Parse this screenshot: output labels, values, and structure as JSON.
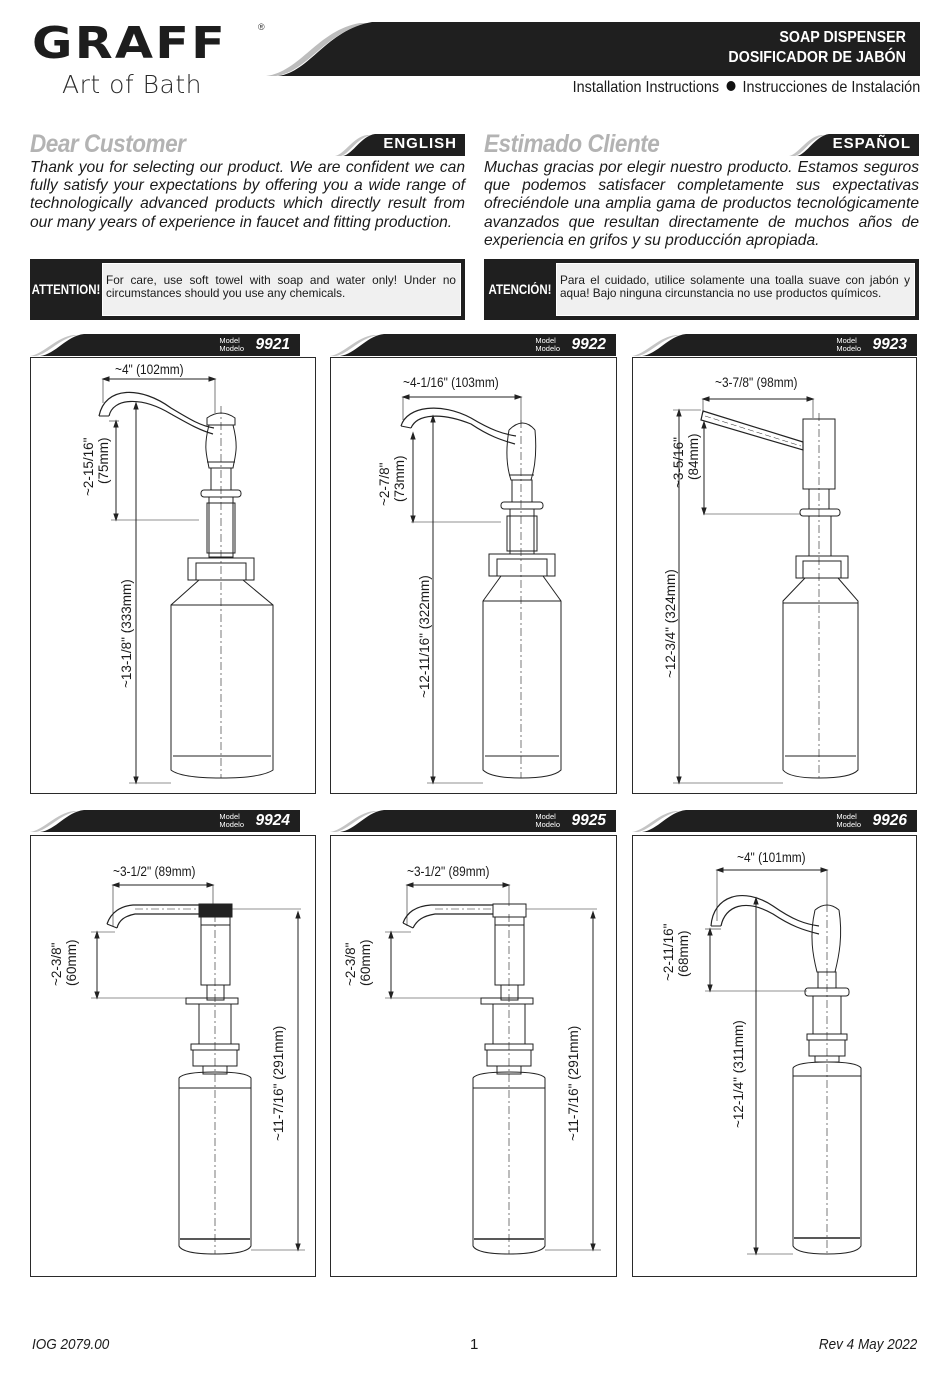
{
  "header": {
    "brand": "GRAFF",
    "brand_mark": "®",
    "tagline": "Art of Bath",
    "title_en": "SOAP DISPENSER",
    "title_es": "DOSIFICADOR DE JABÓN",
    "subtitle_en": "Installation Instructions",
    "subtitle_es": "Instrucciones de Instalación"
  },
  "english": {
    "heading": "Dear Customer",
    "language_tab": "ENGLISH",
    "body": "Thank you for selecting our product. We are confident we can fully satisfy your expectations by offering you a wide range of technologically advanced products which directly result from our many years of experience in faucet and fitting production.",
    "attention_label": "ATTENTION!",
    "attention_text": "For care, use soft towel with soap and water only! Under no circumstances should you use any chemicals."
  },
  "spanish": {
    "heading": "Estimado Cliente",
    "language_tab": "ESPAÑOL",
    "body": "Muchas gracias por elegir nuestro producto. Estamos seguros que podemos satisfacer completamente sus expectativas ofreciéndole una amplia gama de productos tecnológicamente avanzados que resultan directamente de muchos años de experiencia en grifos y su producción apropiada.",
    "attention_label": "ATENCIÓN!",
    "attention_text": "Para el cuidado, utilice solamente una toalla suave con jabón y aqua! Bajo ninguna circunstancia no use productos químicos."
  },
  "model_label_en": "Model",
  "model_label_es": "Modelo",
  "models": [
    {
      "number": "9921",
      "reach": "~4\" (102mm)",
      "spout_height": "~2-15/16\"",
      "spout_height_mm": "(75mm)",
      "total_height": "~13-1/8\" (333mm)"
    },
    {
      "number": "9922",
      "reach": "~4-1/16\" (103mm)",
      "spout_height": "~2-7/8\"",
      "spout_height_mm": "(73mm)",
      "total_height": "~12-11/16\" (322mm)"
    },
    {
      "number": "9923",
      "reach": "~3-7/8\" (98mm)",
      "spout_height": "~3-5/16\"",
      "spout_height_mm": "(84mm)",
      "total_height": "~12-3/4\" (324mm)"
    },
    {
      "number": "9924",
      "reach": "~3-1/2\" (89mm)",
      "spout_height": "~2-3/8\"",
      "spout_height_mm": "(60mm)",
      "total_height": "~11-7/16\" (291mm)"
    },
    {
      "number": "9925",
      "reach": "~3-1/2\" (89mm)",
      "spout_height": "~2-3/8\"",
      "spout_height_mm": "(60mm)",
      "total_height": "~11-7/16\" (291mm)"
    },
    {
      "number": "9926",
      "reach": "~4\" (101mm)",
      "spout_height": "~2-11/16\"",
      "spout_height_mm": "(68mm)",
      "total_height": "~12-1/4\" (311mm)"
    }
  ],
  "footer": {
    "doc_code": "IOG 2079.00",
    "page": "1",
    "revision": "Rev 4 May 2022"
  },
  "colors": {
    "band": "#1f1f1f",
    "heading_gray": "#b3b3b3",
    "attention_bg": "#f0f0f0"
  }
}
